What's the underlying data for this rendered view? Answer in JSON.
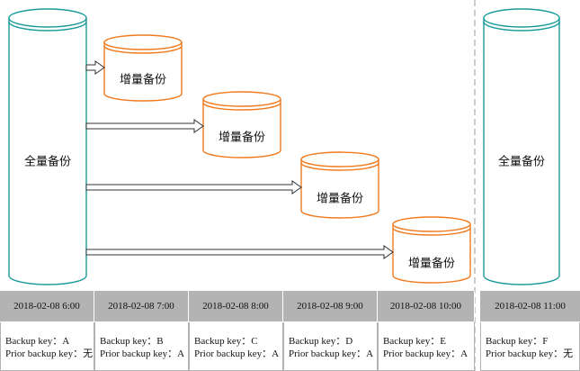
{
  "full_backup_label": "全量备份",
  "incremental_backup_label": "增量备份",
  "colors": {
    "full_backup_stroke": "#1a9a9a",
    "incremental_stroke": "#f07a1e",
    "arrow_stroke": "#333333",
    "time_row_bg": "#b3b3b3",
    "divider": "#a9a9a9"
  },
  "columns": [
    {
      "time": "2018-02-08 6:00",
      "backup_key_label": "Backup key：",
      "backup_key": "A",
      "prior_key_label": "Prior backup key：",
      "prior_key": "无"
    },
    {
      "time": "2018-02-08 7:00",
      "backup_key_label": "Backup key：",
      "backup_key": "B",
      "prior_key_label": "Prior backup key：",
      "prior_key": "A"
    },
    {
      "time": "2018-02-08 8:00",
      "backup_key_label": "Backup key：",
      "backup_key": "C",
      "prior_key_label": "Prior backup key：",
      "prior_key": "A"
    },
    {
      "time": "2018-02-08 9:00",
      "backup_key_label": "Backup key：",
      "backup_key": "D",
      "prior_key_label": "Prior backup key：",
      "prior_key": "A"
    },
    {
      "time": "2018-02-08 10:00",
      "backup_key_label": "Backup key：",
      "backup_key": "E",
      "prior_key_label": "Prior backup key：",
      "prior_key": "A"
    },
    {
      "time": "2018-02-08 11:00",
      "backup_key_label": "Backup key：",
      "backup_key": "F",
      "prior_key_label": "Prior backup key：",
      "prior_key": "无"
    }
  ]
}
